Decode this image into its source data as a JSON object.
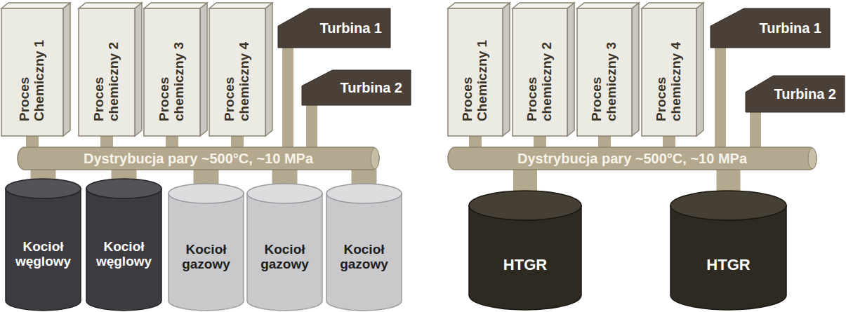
{
  "diagram": {
    "nodes": [
      {
        "text": [
          "Proces Chemiczny 1"
        ]
      },
      {
        "text": [
          "Proces chemiczny 2"
        ]
      },
      {
        "text": [
          "Proces chemiczny 3"
        ]
      },
      {
        "text": [
          "Proces chemiczny 4"
        ]
      },
      {
        "text": [
          "Turbina 1"
        ]
      },
      {
        "text": [
          "Turbina 2"
        ]
      },
      {
        "text": [
          "Dystrybucja pary ~500°C, ~10 MPa"
        ]
      },
      {
        "text": [
          "Kocioł węglowy"
        ]
      },
      {
        "text": [
          "Kocioł węglowy"
        ]
      },
      {
        "text": [
          "Kocioł gazowy"
        ]
      },
      {
        "text": [
          "Kocioł gazowy"
        ]
      },
      {
        "text": [
          "Kocioł gazowy"
        ]
      },
      {
        "text": [
          "Proces Chemiczny 1"
        ]
      },
      {
        "text": [
          "Proces chemiczny 2"
        ]
      },
      {
        "text": [
          "Proces chemiczny 3"
        ]
      },
      {
        "text": [
          "Proces chemiczny 4"
        ]
      },
      {
        "text": [
          "Turbina 1"
        ]
      },
      {
        "text": [
          "Turbina 2"
        ]
      },
      {
        "text": [
          "Dystrybucja pary ~500°C, ~10 MPa"
        ]
      },
      {
        "text": [
          "HTGR"
        ]
      },
      {
        "text": [
          "HTGR"
        ]
      }
    ],
    "edges": [
      {
        "from": 7,
        "to": 6,
        "arrow": "none"
      },
      {
        "from": 8,
        "to": 6,
        "arrow": "none"
      },
      {
        "from": 9,
        "to": 6,
        "arrow": "none"
      },
      {
        "from": 10,
        "to": 6,
        "arrow": "none"
      },
      {
        "from": 11,
        "to": 6,
        "arrow": "none"
      },
      {
        "from": 6,
        "to": 0,
        "arrow": "none"
      },
      {
        "from": 6,
        "to": 1,
        "arrow": "none"
      },
      {
        "from": 6,
        "to": 2,
        "arrow": "none"
      },
      {
        "from": 6,
        "to": 3,
        "arrow": "none"
      },
      {
        "from": 6,
        "to": 4,
        "arrow": "none"
      },
      {
        "from": 6,
        "to": 5,
        "arrow": "none"
      },
      {
        "from": 19,
        "to": 18,
        "arrow": "none"
      },
      {
        "from": 20,
        "to": 18,
        "arrow": "none"
      },
      {
        "from": 18,
        "to": 12,
        "arrow": "none"
      },
      {
        "from": 18,
        "to": 13,
        "arrow": "none"
      },
      {
        "from": 18,
        "to": 14,
        "arrow": "none"
      },
      {
        "from": 18,
        "to": 15,
        "arrow": "none"
      },
      {
        "from": 18,
        "to": 16,
        "arrow": "none"
      },
      {
        "from": 18,
        "to": 17,
        "arrow": "none"
      }
    ]
  }
}
